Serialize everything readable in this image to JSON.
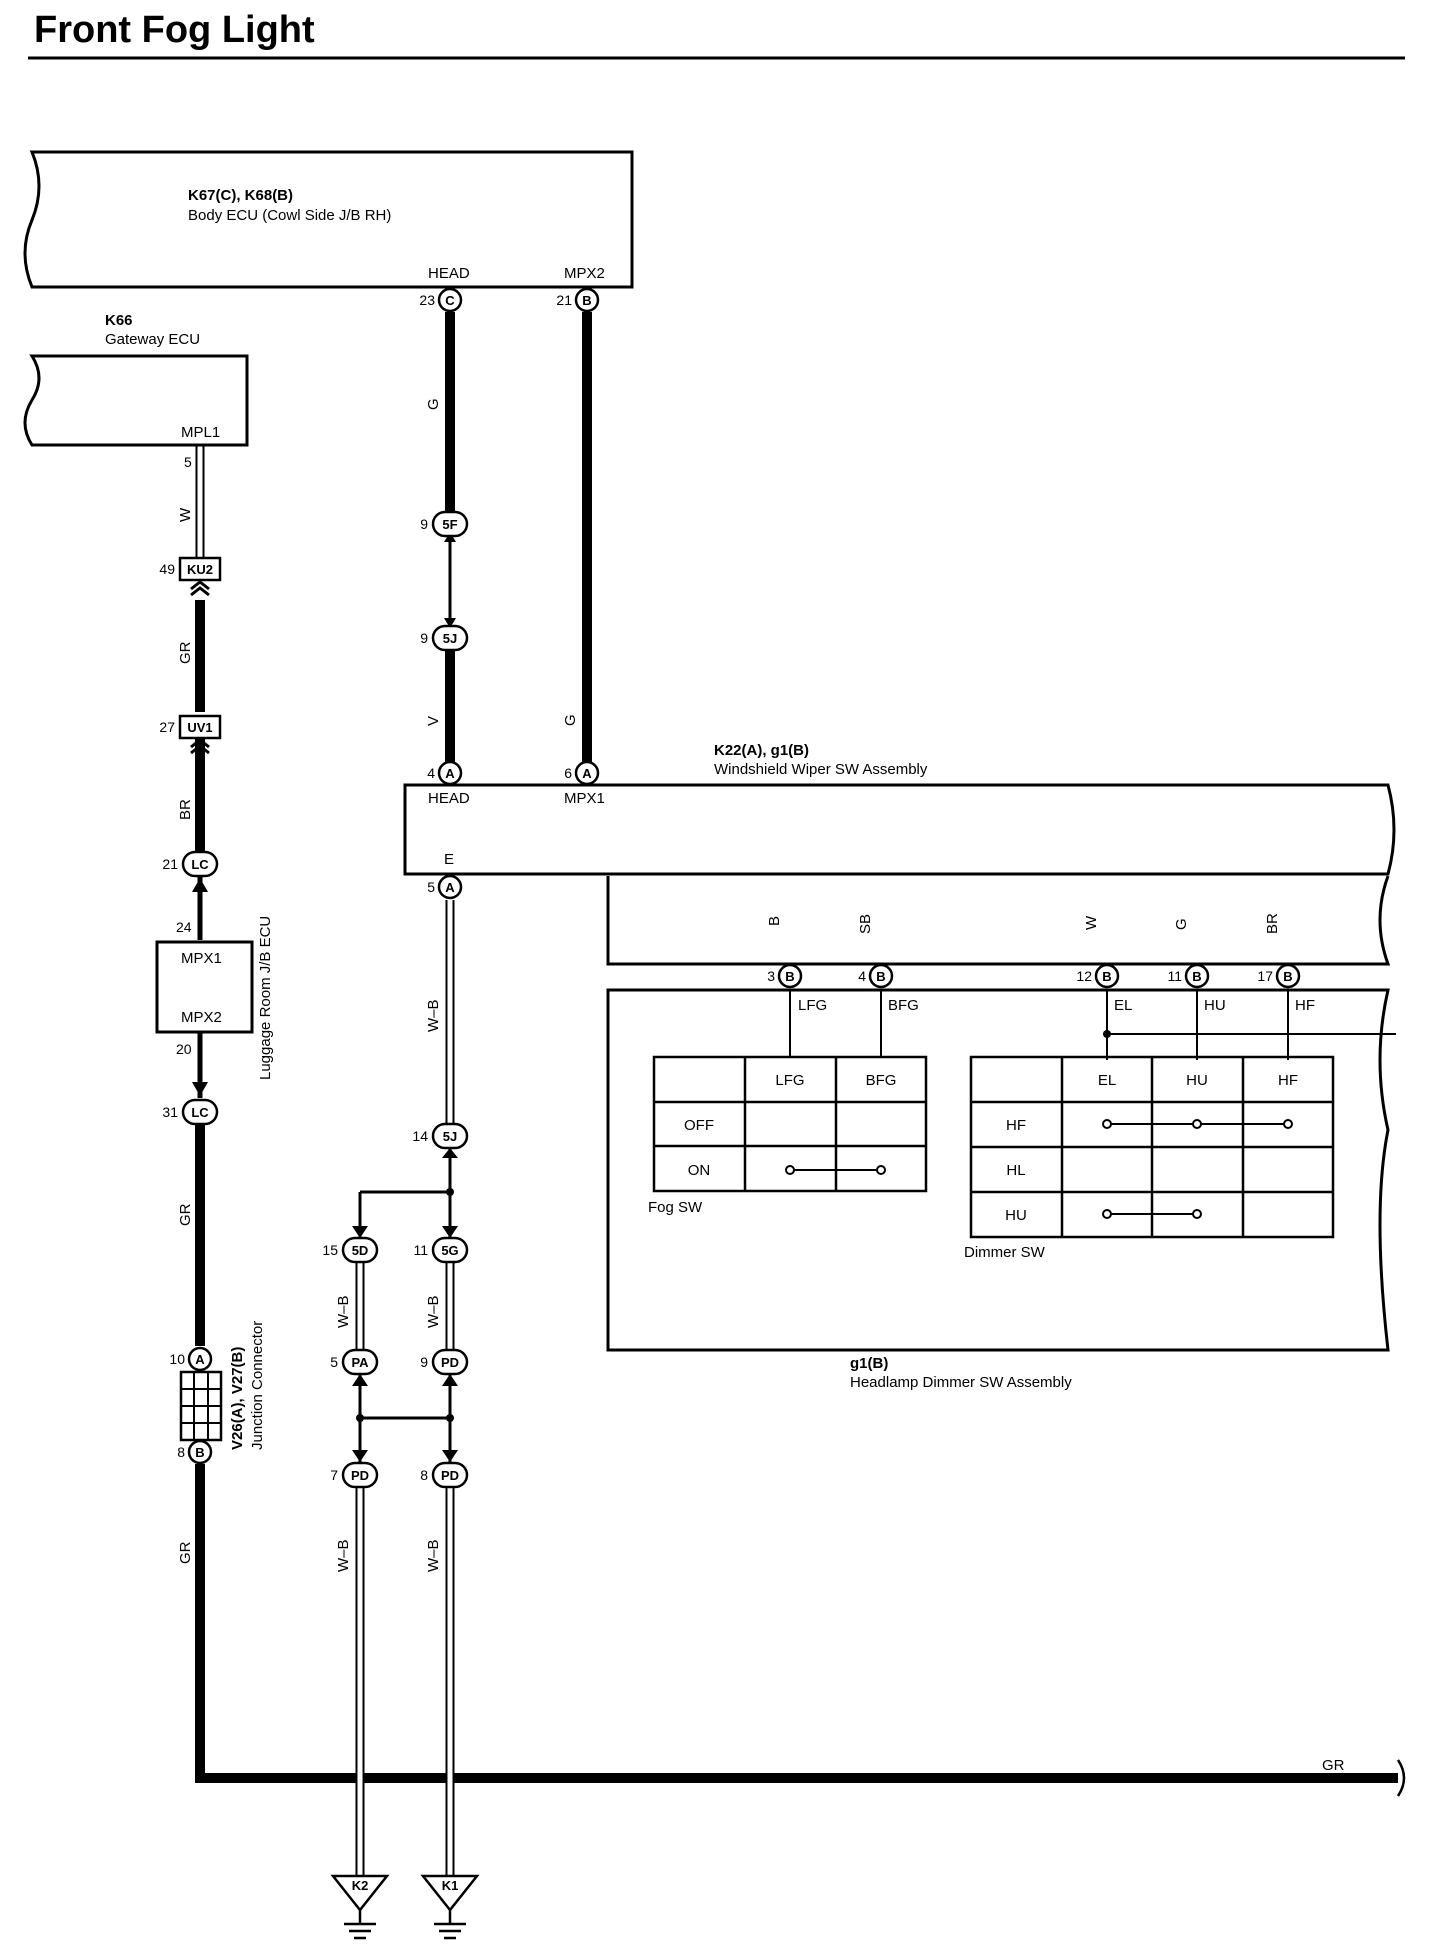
{
  "title": "Front Fog Light",
  "components": {
    "body_ecu": {
      "code": "K67(C), K68(B)",
      "name": "Body ECU (Cowl Side J/B RH)",
      "pin_head": "HEAD",
      "pin_mpx2": "MPX2"
    },
    "gateway_ecu": {
      "code": "K66",
      "name": "Gateway ECU",
      "pin_mpl1": "MPL1"
    },
    "luggage_ecu": {
      "name": "Luggage Room J/B ECU",
      "pin_mpx1": "MPX1",
      "pin_mpx2": "MPX2"
    },
    "wiper_sw": {
      "code": "K22(A), g1(B)",
      "name": "Windshield Wiper SW Assembly",
      "pin_head": "HEAD",
      "pin_mpx1": "MPX1",
      "pin_e": "E"
    },
    "dimmer_assy": {
      "code": "g1(B)",
      "name": "Headlamp Dimmer SW Assembly"
    },
    "junction": {
      "code": "V26(A), V27(B)",
      "name": "Junction Connector"
    }
  },
  "connectors": {
    "c23": {
      "num": "23",
      "id": "C"
    },
    "c21b": {
      "num": "21",
      "id": "B"
    },
    "c9_5f": {
      "num": "9",
      "id": "5F"
    },
    "c9_5j": {
      "num": "9",
      "id": "5J"
    },
    "c4a": {
      "num": "4",
      "id": "A"
    },
    "c6a": {
      "num": "6",
      "id": "A"
    },
    "c5a": {
      "num": "5",
      "id": "A"
    },
    "c14_5j": {
      "num": "14",
      "id": "5J"
    },
    "c15_5d": {
      "num": "15",
      "id": "5D"
    },
    "c11_5g": {
      "num": "11",
      "id": "5G"
    },
    "c5_pa": {
      "num": "5",
      "id": "PA"
    },
    "c9_pd": {
      "num": "9",
      "id": "PD"
    },
    "c7_pd": {
      "num": "7",
      "id": "PD"
    },
    "c8_pd": {
      "num": "8",
      "id": "PD"
    },
    "c49_ku2": {
      "num": "49",
      "id": "KU2"
    },
    "c27_uv1": {
      "num": "27",
      "id": "UV1"
    },
    "c21_lc": {
      "num": "21",
      "id": "LC"
    },
    "c31_lc": {
      "num": "31",
      "id": "LC"
    },
    "c10a": {
      "num": "10",
      "id": "A"
    },
    "c8b": {
      "num": "8",
      "id": "B"
    },
    "c3b": {
      "num": "3",
      "id": "B"
    },
    "c4b": {
      "num": "4",
      "id": "B"
    },
    "c12b": {
      "num": "12",
      "id": "B"
    },
    "c11b": {
      "num": "11",
      "id": "B"
    },
    "c17b": {
      "num": "17",
      "id": "B"
    }
  },
  "pins": {
    "p5": "5",
    "p24": "24",
    "p20": "20"
  },
  "wires": {
    "g_head": "G",
    "v_head": "V",
    "g_mpx": "G",
    "w_mpl": "W",
    "gr_1": "GR",
    "br_1": "BR",
    "gr_2": "GR",
    "gr_3": "GR",
    "gr_bus": "GR",
    "wb_1": "W–B",
    "wb_2": "W–B",
    "wb_3": "W–B",
    "wb_4": "W–B",
    "wb_5": "W–B",
    "b_lfg": "B",
    "sb_bfg": "SB",
    "w_el": "W",
    "g_hu": "G",
    "br_hf": "BR"
  },
  "switch_pins": {
    "lfg": "LFG",
    "bfg": "BFG",
    "el": "EL",
    "hu": "HU",
    "hf": "HF"
  },
  "fog_table": {
    "caption": "Fog SW",
    "headers": [
      "LFG",
      "BFG"
    ],
    "rows": [
      "OFF",
      "ON"
    ]
  },
  "dimmer_table": {
    "caption": "Dimmer SW",
    "headers": [
      "EL",
      "HU",
      "HF"
    ],
    "rows": [
      "HF",
      "HL",
      "HU"
    ]
  },
  "grounds": {
    "k2": "K2",
    "k1": "K1"
  },
  "colors": {
    "line": "#000000",
    "background": "#ffffff"
  }
}
